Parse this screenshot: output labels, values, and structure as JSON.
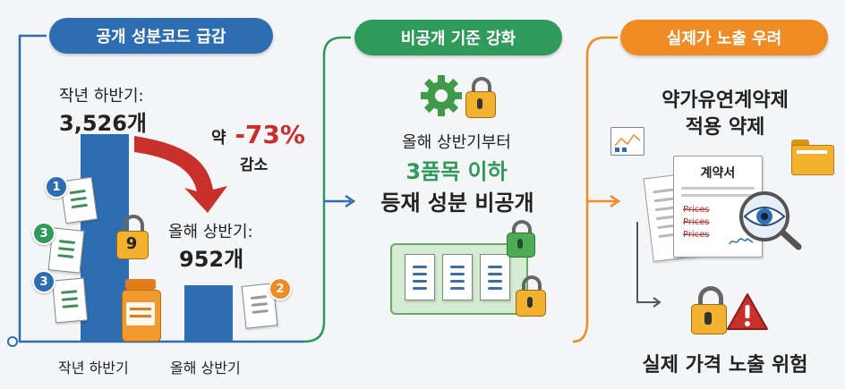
{
  "colors": {
    "blue": "#2f6db3",
    "green": "#2f9a5a",
    "orange": "#f08a22",
    "red": "#c9302c",
    "bar": "#2f6db3",
    "lock_gold": "#f2b230"
  },
  "panel1": {
    "title": "공개 성분코드 급감",
    "prev_label": "작년 하반기:",
    "prev_value": "3,526개",
    "change_prefix": "약",
    "change_value": "-73%",
    "change_suffix": "감소",
    "curr_label": "올해 상반기:",
    "curr_value": "952개",
    "axis_left": "작년 하반기",
    "axis_right": "올해 상반기",
    "badges": [
      "1",
      "3",
      "3",
      "2"
    ],
    "lock_number": "9"
  },
  "panel2": {
    "title": "비공개 기준 강화",
    "line1": "올해 상반기부터",
    "line2": "3품목 이하",
    "line3": "등재 성분 비공개"
  },
  "panel3": {
    "title": "실제가 노출 우려",
    "line1": "약가유연계약제",
    "line2": "적용 약제",
    "contract_title": "계약서",
    "prices": [
      "Prices",
      "Prices",
      "Prices"
    ],
    "bottom": "실제 가격 노출 위험"
  },
  "chart_data": {
    "type": "bar",
    "categories": [
      "작년 하반기",
      "올해 상반기"
    ],
    "values": [
      3526,
      952
    ],
    "ylim": [
      0,
      3526
    ]
  }
}
